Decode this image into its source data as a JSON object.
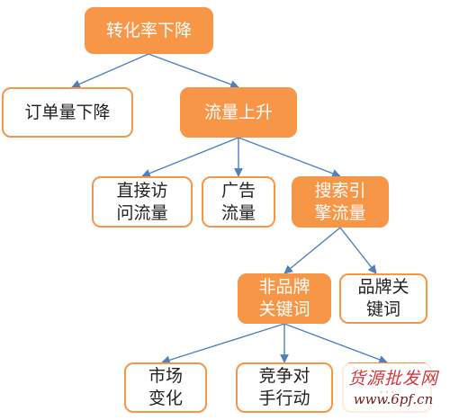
{
  "nodes": {
    "root": "转化率下降",
    "order_drop": "订单量下降",
    "traffic_up": "流量上升",
    "direct": "直接访\n问流量",
    "ads": "广告\n流量",
    "search": "搜索引\n擎流量",
    "nonbrand": "非品牌\n关键词",
    "brand": "品牌关\n键词",
    "market": "市场\n变化",
    "competitor": "竞争对\n手行动",
    "third": "…"
  },
  "watermark": {
    "line1": "货源批发网",
    "line2": "www.6pf.cn"
  },
  "colors": {
    "accent": "#f79646",
    "edge": "#4f81bd"
  }
}
